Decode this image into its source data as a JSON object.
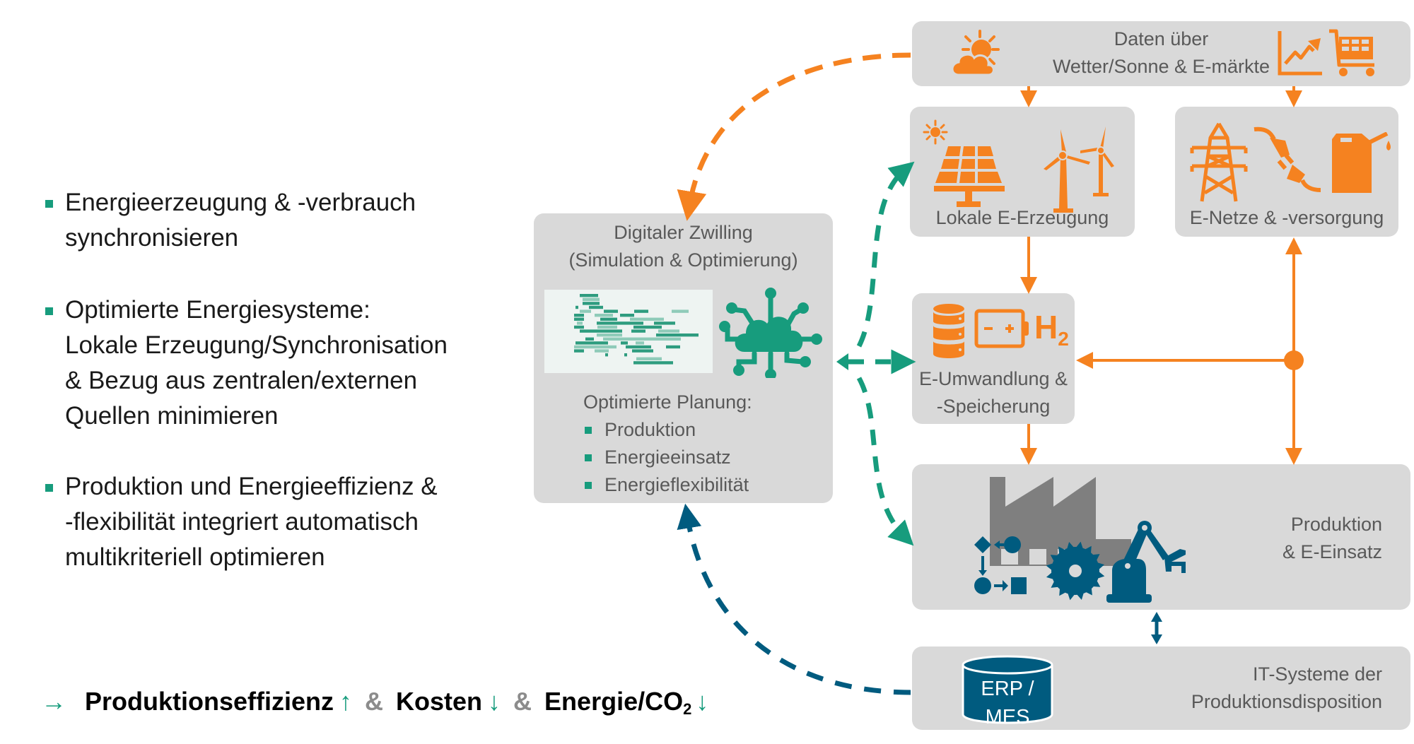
{
  "bullets": [
    {
      "lines": [
        "Energieerzeugung & -verbrauch",
        "synchronisieren"
      ]
    },
    {
      "lines": [
        "Optimierte Energiesysteme:",
        "Lokale Erzeugung/Synchronisation",
        "& Bezug aus zentralen/externen",
        "Quellen minimieren"
      ]
    },
    {
      "lines": [
        "Produktion und Energieeffizienz &",
        "-flexibilität integriert automatisch",
        "multikriteriell optimieren"
      ]
    }
  ],
  "summary": {
    "arrow": "→",
    "item1": "Produktionseffizienz",
    "item1_arrow": "↑",
    "amp": "&",
    "item2": "Kosten",
    "item2_arrow": "↓",
    "item3_prefix": "Energie/CO",
    "item3_sub": "2",
    "item3_arrow": "↓"
  },
  "digital_twin": {
    "title_line1": "Digitaler Zwilling",
    "title_line2": "(Simulation & Optimierung)",
    "planning_heading": "Optimierte Planung:",
    "planning_items": [
      "Produktion",
      "Energieeinsatz",
      "Energieflexibilität"
    ],
    "icons": [
      "gantt-chart-thumbnail",
      "cloud-network-icon"
    ]
  },
  "boxes": {
    "data": {
      "line1": "Daten über",
      "line2": "Wetter/Sonne & E-märkte",
      "icons": [
        "sun-cloud-icon",
        "chart-trend-icon",
        "shopping-cart-icon"
      ]
    },
    "local_generation": {
      "label": "Lokale E-Erzeugung",
      "icons": [
        "solar-panel-icon",
        "wind-turbine-icon"
      ]
    },
    "grid_supply": {
      "label": "E-Netze & -versorgung",
      "icons": [
        "power-pylon-icon",
        "plug-icon",
        "fuel-canister-icon"
      ]
    },
    "conversion_storage": {
      "line1": "E-Umwandlung &",
      "line2": "-Speicherung",
      "h2_label": "H",
      "h2_sub": "2",
      "battery_minus": "−",
      "battery_plus": "+",
      "icons": [
        "storage-tank-icon",
        "battery-icon",
        "hydrogen-icon"
      ]
    },
    "production": {
      "line1": "Produktion",
      "line2": "& E-Einsatz",
      "icons": [
        "factory-icon",
        "process-flow-icon",
        "saw-blade-icon",
        "robot-arm-icon"
      ]
    },
    "it_systems": {
      "line1": "IT-Systeme der",
      "line2": "Produktionsdisposition",
      "db_label": "ERP / MES"
    }
  },
  "colors": {
    "orange": "#f58220",
    "teal": "#179c7d",
    "navy": "#005b7f",
    "box_gray": "#d9d9d9",
    "text_gray": "#595959",
    "factory_gray": "#7f7f7f"
  }
}
